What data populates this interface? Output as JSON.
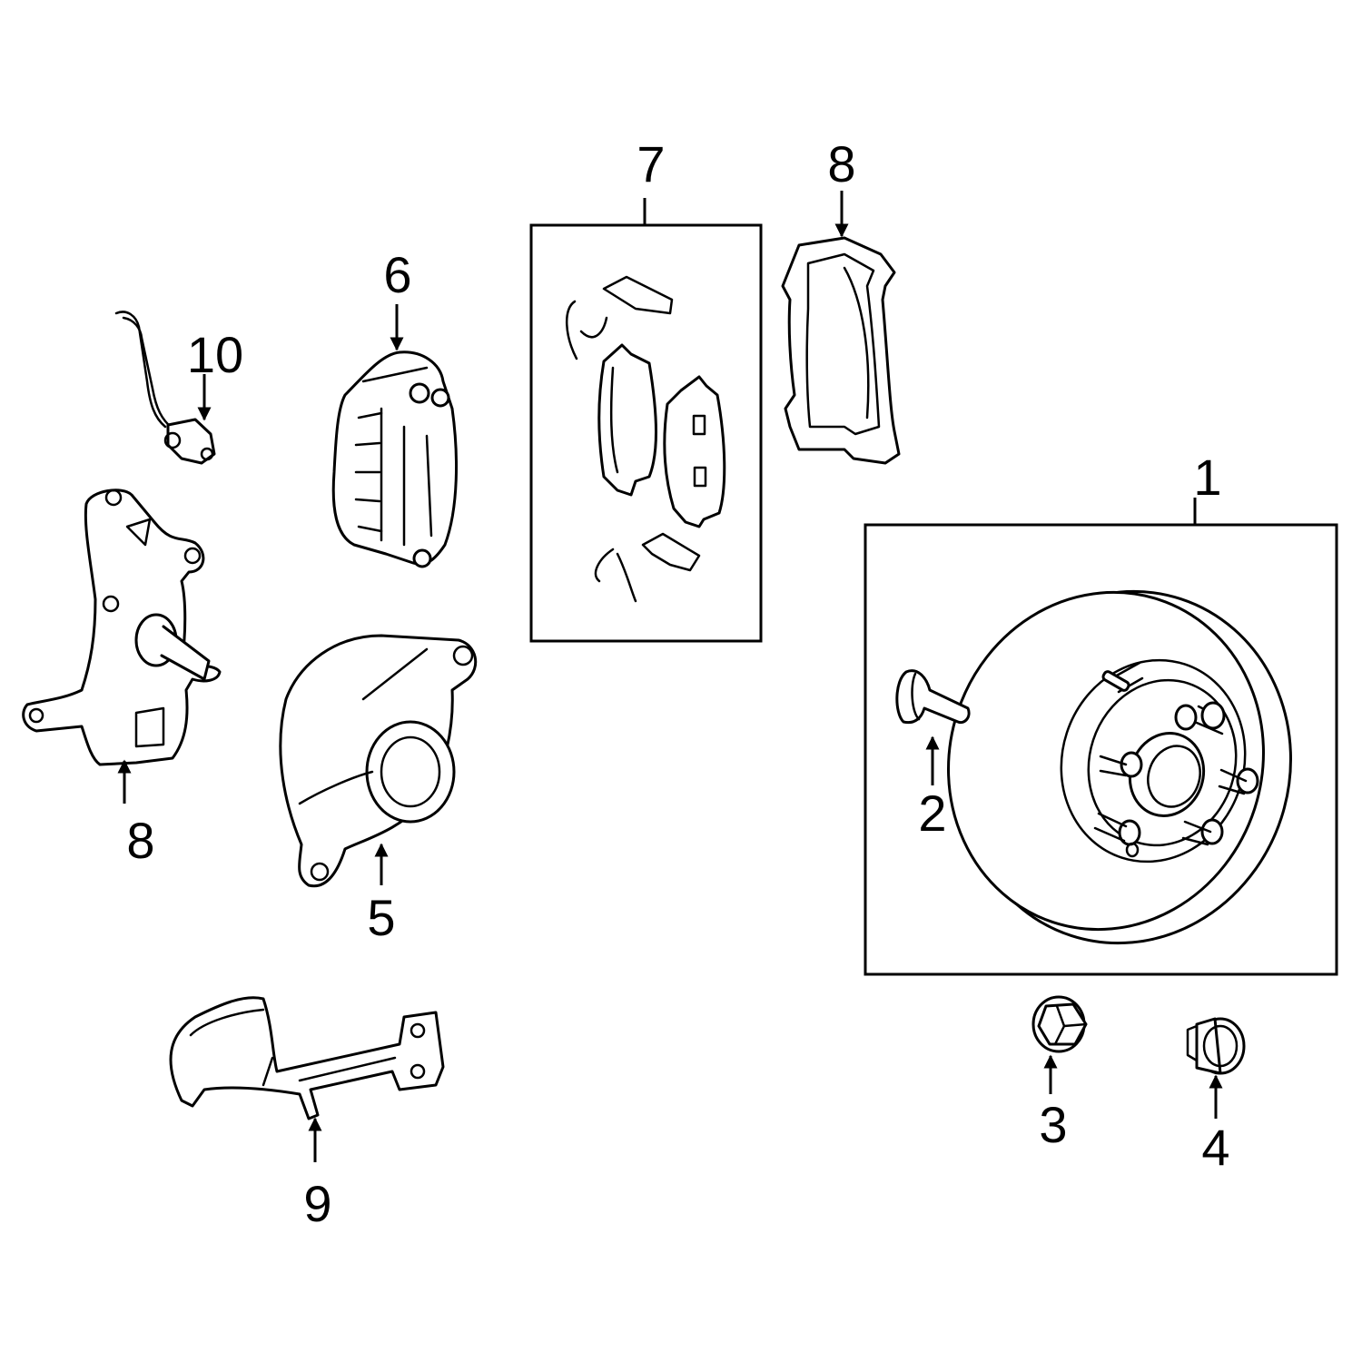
{
  "diagram": {
    "type": "exploded parts diagram",
    "subject": "front disc brake assembly",
    "line_color": "#000000",
    "background_color": "#ffffff",
    "callouts": [
      {
        "id": "c1",
        "label": "1",
        "part": "rotor-and-hub"
      },
      {
        "id": "c2",
        "label": "2",
        "part": "wheel-stud"
      },
      {
        "id": "c3",
        "label": "3",
        "part": "hub-nut"
      },
      {
        "id": "c4",
        "label": "4",
        "part": "dust-cap"
      },
      {
        "id": "c5",
        "label": "5",
        "part": "splash-shield"
      },
      {
        "id": "c6",
        "label": "6",
        "part": "caliper"
      },
      {
        "id": "c7",
        "label": "7",
        "part": "brake-pad-kit"
      },
      {
        "id": "c8a",
        "label": "8",
        "part": "caliper-bracket"
      },
      {
        "id": "c8b",
        "label": "8",
        "part": "steering-knuckle"
      },
      {
        "id": "c9",
        "label": "9",
        "part": "abs-sensor-harness"
      },
      {
        "id": "c10",
        "label": "10",
        "part": "abs-wheel-speed-sensor"
      }
    ]
  }
}
